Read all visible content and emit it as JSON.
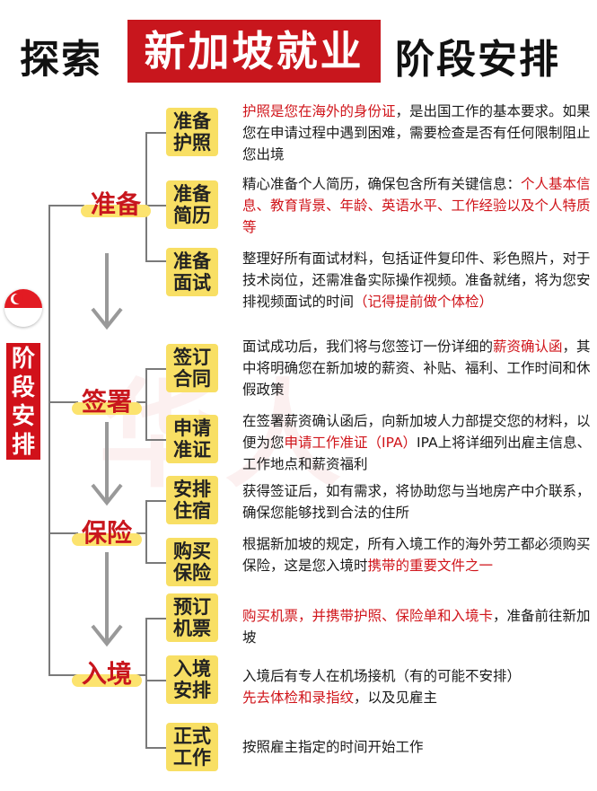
{
  "title": {
    "part1": "探索",
    "part2": "新加坡就业",
    "part3": "阶段安排"
  },
  "side_label": [
    "阶",
    "段",
    "安",
    "排"
  ],
  "colors": {
    "accent": "#c8161d",
    "node": "#f8df64",
    "highlight": "#fce36e"
  },
  "stages": {
    "s1": "准备",
    "s2": "签署",
    "s3": "保险",
    "s4": "入境"
  },
  "steps": {
    "passport": {
      "l1": "准备",
      "l2": "护照",
      "d1": "护照是您在海外的身份证",
      "d2": "，是出国工作的基本要求。如果您在申请过程中遇到困难，需要检查是否有任何限制阻止您出境"
    },
    "resume": {
      "l1": "准备",
      "l2": "简历",
      "d1": "精心准备个人简历，确保包含所有关键信息：",
      "d2": "个人基本信息、教育背景、年龄、英语水平、工作经验以及个人特质等"
    },
    "interview": {
      "l1": "准备",
      "l2": "面试",
      "d1": "整理好所有面试材料，包括证件复印件、彩色照片，对于技术岗位，还需准备实际操作视频。准备就绪，将为您安排视频面试的时间",
      "d2": "（记得提前做个体检）"
    },
    "contract": {
      "l1": "签订",
      "l2": "合同",
      "d1": "面试成功后，我们将与您签订一份详细的",
      "d2": "薪资确认函",
      "d3": "，其中将明确您在新加坡的薪资、补贴、福利、工作时间和休假政策"
    },
    "permit": {
      "l1": "申请",
      "l2": "准证",
      "d1": "在签署薪资确认函后，向新加坡人力部提交您的材料，以便为您",
      "d2": "申请工作准证（IPA）",
      "d3": "IPA上将详细列出雇主信息、工作地点和薪资福利"
    },
    "housing": {
      "l1": "安排",
      "l2": "住宿",
      "d1": "获得签证后，如有需求，将协助您与当地房产中介联系，确保您能够找到合法的住所"
    },
    "insurance": {
      "l1": "购买",
      "l2": "保险",
      "d1": "根据新加坡的规定，所有入境工作的海外劳工都必须购买保险，这是您入境时",
      "d2": "携带的重要文件之一"
    },
    "ticket": {
      "l1": "预订",
      "l2": "机票",
      "d1": "购买机票，并携带护照、保险单和入境卡",
      "d2": "，准备前往新加坡"
    },
    "arrival": {
      "l1": "入境",
      "l2": "安排",
      "d1": "入境后有专人在机场接机（有的可能不安排）",
      "d2": "先去体检和录指纹",
      "d3": "，以及见雇主"
    },
    "work": {
      "l1": "正式",
      "l2": "工作",
      "d1": "按照雇主指定的时间开始工作"
    }
  },
  "watermark": "华人"
}
